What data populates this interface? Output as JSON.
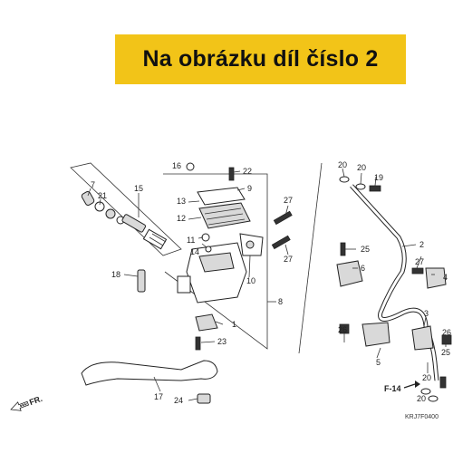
{
  "banner": {
    "text": "Na obrázku díl číslo 2"
  },
  "labels": {
    "n1": "1",
    "n2": "2",
    "n3": "3",
    "n4": "4",
    "n5": "5",
    "n6": "6",
    "n7": "7",
    "n8": "8",
    "n9": "9",
    "n10": "10",
    "n11": "11",
    "n12": "12",
    "n13": "13",
    "n14": "14",
    "n15": "15",
    "n16": "16",
    "n17": "17",
    "n18": "18",
    "n19": "19",
    "n20a": "20",
    "n20b": "20",
    "n20c": "20",
    "n20d": "20",
    "n21": "21",
    "n22": "22",
    "n23": "23",
    "n24": "24",
    "n25a": "25",
    "n25b": "25",
    "n26": "26",
    "n27a": "27",
    "n27b": "27",
    "n27c": "27"
  },
  "reference": {
    "section": "F-14",
    "fr": "FR.",
    "code": "KRJ7F0400"
  },
  "colors": {
    "banner": "#f2c418",
    "line": "#333333"
  }
}
